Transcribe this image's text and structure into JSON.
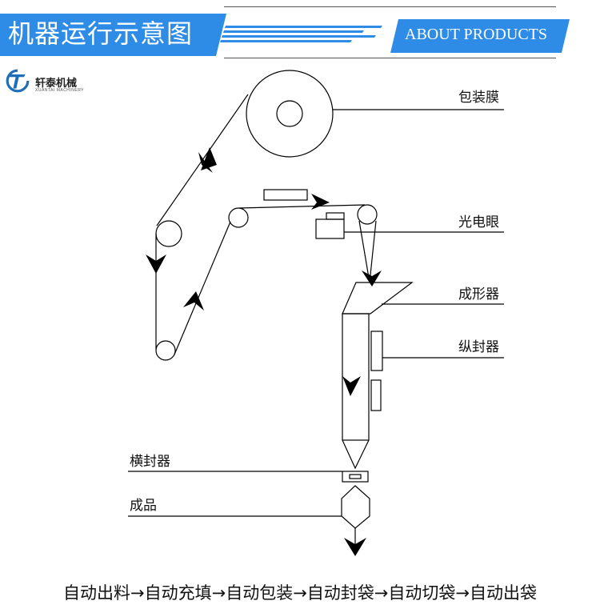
{
  "header": {
    "title": "机器运行示意图",
    "subtitle": "ABOUT PRODUCTS",
    "accent_color": "#2f8ce6"
  },
  "logo": {
    "name": "轩泰机械",
    "english": "XUANTAI MACHINERY",
    "icon": "t-swirl-logo-icon"
  },
  "labels": {
    "film": "包装膜",
    "photo_eye": "光电眼",
    "former": "成形器",
    "longitudinal_sealer": "纵封器",
    "transverse_sealer": "横封器",
    "product": "成品"
  },
  "process_flow": "自动出料→自动充填→自动包装→自动封袋→自动切袋→自动出袋"
}
